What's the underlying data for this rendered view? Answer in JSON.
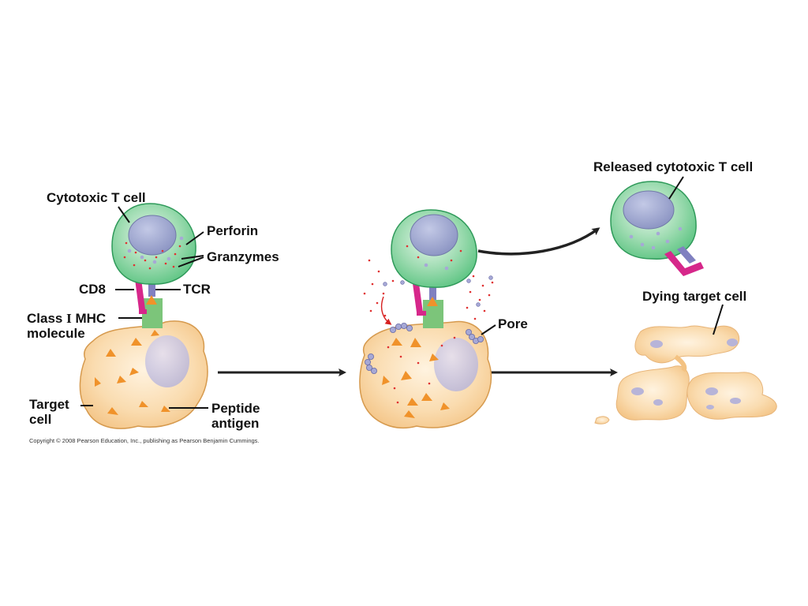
{
  "labels": {
    "cytotoxic_t_cell": "Cytotoxic T cell",
    "perforin": "Perforin",
    "granzymes": "Granzymes",
    "cd8": "CD8",
    "tcr": "TCR",
    "class_prefix": "Class",
    "class_numeral": "I",
    "class_suffix": "MHC",
    "molecule": "molecule",
    "target": "Target",
    "cell": "cell",
    "peptide": "Peptide",
    "antigen": "antigen",
    "pore": "Pore",
    "released_cytotoxic_t_cell": "Released cytotoxic T cell",
    "dying_target_cell": "Dying target cell"
  },
  "copyright": "Copyright © 2008 Pearson Education, Inc., publishing as Pearson Benjamin Cummings.",
  "colors": {
    "t_cell_fill": "#7fd39b",
    "t_cell_stroke": "#2f9a5a",
    "nucleus": "#9aa3cc",
    "target_fill": "#f7cf98",
    "target_stroke": "#d69a4e",
    "mhc": "#7cc57a",
    "cd8": "#d6278a",
    "tcr": "#8080c0",
    "antigen": "#f0922a",
    "granule": "#e03030",
    "perforin": "#a6a8d6"
  }
}
